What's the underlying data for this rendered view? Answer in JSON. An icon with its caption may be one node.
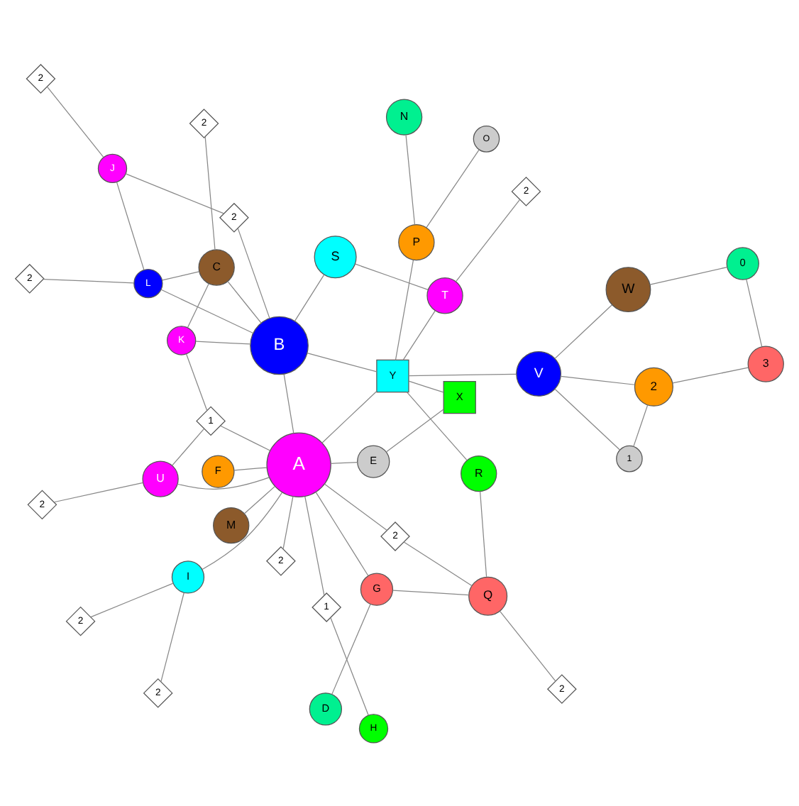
{
  "diagram": {
    "nodes": [
      {
        "text": [
          "D"
        ]
      },
      {
        "text": [
          "2"
        ]
      },
      {
        "text": [
          "G"
        ]
      },
      {
        "text": [
          "F"
        ]
      },
      {
        "text": [
          "H"
        ]
      },
      {
        "text": [
          "2"
        ]
      },
      {
        "text": [
          "Q"
        ]
      },
      {
        "text": [
          "2"
        ]
      },
      {
        "text": [
          "1"
        ]
      },
      {
        "text": [
          "2"
        ]
      },
      {
        "text": [
          "U"
        ]
      },
      {
        "text": [
          "2"
        ]
      },
      {
        "text": [
          "A"
        ]
      },
      {
        "text": [
          "E"
        ]
      },
      {
        "text": [
          "I"
        ]
      },
      {
        "text": [
          "2"
        ]
      },
      {
        "text": [
          "1"
        ]
      },
      {
        "text": [
          "1"
        ]
      },
      {
        "text": [
          "R"
        ]
      },
      {
        "text": [
          "K"
        ]
      },
      {
        "text": [
          "X"
        ]
      },
      {
        "text": [
          "2"
        ]
      },
      {
        "text": [
          "Y"
        ]
      },
      {
        "text": [
          "V"
        ]
      },
      {
        "text": [
          "B"
        ]
      },
      {
        "text": [
          "M"
        ]
      },
      {
        "text": [
          "3"
        ]
      },
      {
        "text": [
          "C"
        ]
      },
      {
        "text": [
          "T"
        ]
      },
      {
        "text": [
          "2"
        ]
      },
      {
        "text": [
          "2"
        ]
      },
      {
        "text": [
          "W"
        ]
      },
      {
        "text": [
          "P"
        ]
      },
      {
        "text": [
          "L"
        ]
      },
      {
        "text": [
          "2"
        ]
      },
      {
        "text": [
          "J"
        ]
      },
      {
        "text": [
          "S"
        ]
      },
      {
        "text": [
          "0"
        ]
      },
      {
        "text": [
          "2"
        ]
      },
      {
        "text": [
          "N"
        ]
      },
      {
        "text": [
          "2"
        ]
      },
      {
        "text": [
          "O"
        ]
      }
    ],
    "edges": [
      {
        "from": 0,
        "to": 2,
        "arrow": "none"
      },
      {
        "from": 1,
        "to": 6,
        "arrow": "none"
      },
      {
        "from": 2,
        "to": 6,
        "arrow": "none"
      },
      {
        "from": 2,
        "to": 12,
        "arrow": "none"
      },
      {
        "from": 3,
        "to": 12,
        "arrow": "none"
      },
      {
        "from": 4,
        "to": 8,
        "arrow": "none"
      },
      {
        "from": 8,
        "to": 12,
        "arrow": "none"
      },
      {
        "from": 7,
        "to": 12,
        "arrow": "none"
      },
      {
        "from": 6,
        "to": 9,
        "arrow": "none"
      },
      {
        "from": 9,
        "to": 12,
        "arrow": "none"
      },
      {
        "from": 10,
        "to": 5,
        "arrow": "none"
      },
      {
        "from": 10,
        "to": 12,
        "arrow": "none"
      },
      {
        "from": 10,
        "to": 17,
        "arrow": "none"
      },
      {
        "from": 14,
        "to": 11,
        "arrow": "none"
      },
      {
        "from": 14,
        "to": 15,
        "arrow": "none"
      },
      {
        "from": 14,
        "to": 12,
        "arrow": "none"
      },
      {
        "from": 12,
        "to": 17,
        "arrow": "none"
      },
      {
        "from": 17,
        "to": 19,
        "arrow": "none"
      },
      {
        "from": 12,
        "to": 13,
        "arrow": "none"
      },
      {
        "from": 13,
        "to": 20,
        "arrow": "none"
      },
      {
        "from": 18,
        "to": 6,
        "arrow": "none"
      },
      {
        "from": 18,
        "to": 22,
        "arrow": "none"
      },
      {
        "from": 12,
        "to": 25,
        "arrow": "none"
      },
      {
        "from": 12,
        "to": 22,
        "arrow": "none"
      },
      {
        "from": 12,
        "to": 24,
        "arrow": "none"
      },
      {
        "from": 22,
        "to": 24,
        "arrow": "none"
      },
      {
        "from": 20,
        "to": 22,
        "arrow": "none"
      },
      {
        "from": 23,
        "to": 22,
        "arrow": "none"
      },
      {
        "from": 23,
        "to": 16,
        "arrow": "none"
      },
      {
        "from": 23,
        "to": 21,
        "arrow": "none"
      },
      {
        "from": 23,
        "to": 31,
        "arrow": "none"
      },
      {
        "from": 21,
        "to": 16,
        "arrow": "none"
      },
      {
        "from": 21,
        "to": 26,
        "arrow": "none"
      },
      {
        "from": 26,
        "to": 37,
        "arrow": "none"
      },
      {
        "from": 37,
        "to": 31,
        "arrow": "none"
      },
      {
        "from": 22,
        "to": 28,
        "arrow": "none"
      },
      {
        "from": 22,
        "to": 32,
        "arrow": "none"
      },
      {
        "from": 32,
        "to": 39,
        "arrow": "none"
      },
      {
        "from": 32,
        "to": 41,
        "arrow": "none"
      },
      {
        "from": 28,
        "to": 36,
        "arrow": "none"
      },
      {
        "from": 28,
        "to": 34,
        "arrow": "none"
      },
      {
        "from": 24,
        "to": 36,
        "arrow": "none"
      },
      {
        "from": 24,
        "to": 30,
        "arrow": "none"
      },
      {
        "from": 30,
        "to": 35,
        "arrow": "none"
      },
      {
        "from": 24,
        "to": 33,
        "arrow": "none"
      },
      {
        "from": 24,
        "to": 27,
        "arrow": "none"
      },
      {
        "from": 24,
        "to": 19,
        "arrow": "none"
      },
      {
        "from": 19,
        "to": 27,
        "arrow": "none"
      },
      {
        "from": 27,
        "to": 29,
        "arrow": "none"
      },
      {
        "from": 27,
        "to": 33,
        "arrow": "none"
      },
      {
        "from": 33,
        "to": 38,
        "arrow": "none"
      },
      {
        "from": 33,
        "to": 35,
        "arrow": "none"
      },
      {
        "from": 35,
        "to": 40,
        "arrow": "none"
      }
    ]
  }
}
